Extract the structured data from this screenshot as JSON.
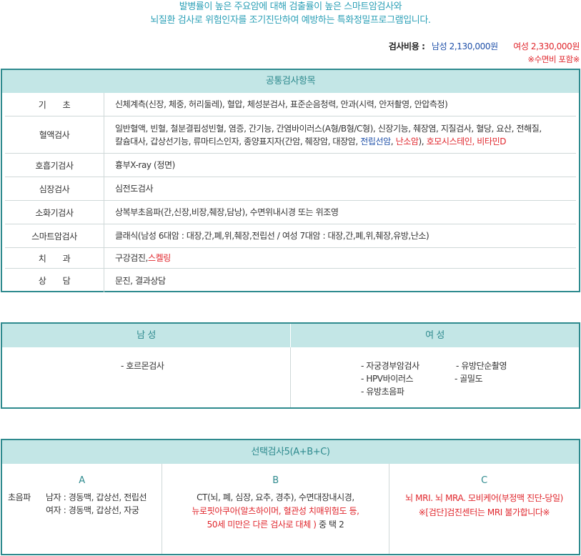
{
  "intro": {
    "line1": "발병률이 높은 주요암에 대해 검출률이 높은 스마트암검사와",
    "line2": "뇌질환 검사로 위험인자를 조기진단하여 예방하는 특화정밀프로그램입니다."
  },
  "cost": {
    "label": "검사비용 :",
    "male": "남성 2,130,000원",
    "female": "여성 2,330,000원",
    "note": "※수면비 포함※"
  },
  "common": {
    "title": "공통검사항목",
    "rows": [
      {
        "key": "기　　초",
        "value": "신체계측(신장, 체중, 허리둘레), 혈압, 체성분검사, 표준순음청력, 안과(시력, 안저촬영, 안압측정)"
      },
      {
        "key": "혈액검사",
        "value_a": "일반혈액, 빈혈, 철분결핍성빈혈, 염증, 간기능, 간염바이러스(A형/B형/C형), 신장기능, 췌장염, 지질검사, 혈당, 요산, 전해질,",
        "value_b": "칼슘대사, 갑상선기능, 류마티스인자, 종양표지자(간암, 췌장암, 대장암, ",
        "value_blue": "전립선암",
        "value_sep": ", ",
        "value_red1": "난소암",
        "value_c": "), ",
        "value_red2": "호모시스테인, 비타민D"
      },
      {
        "key": "호흡기검사",
        "value": "흉부X-ray (정면)"
      },
      {
        "key": "심장검사",
        "value": "심전도검사"
      },
      {
        "key": "소화기검사",
        "value": "상복부초음파(간,신장,비장,췌장,담낭), 수면위내시경 또는 위조영"
      },
      {
        "key": "스마트암검사",
        "value": "클래식(남성 6대암 : 대장,간,폐,위,췌장,전립선 / 여성 7대암 : 대장,간,폐,위,췌장,유방,난소)"
      },
      {
        "key": "치　　과",
        "value_a": "구강검진, ",
        "value_red": "스켈링"
      },
      {
        "key": "상　　담",
        "value": "문진, 결과상담"
      }
    ]
  },
  "gender": {
    "male_title": "남 성",
    "female_title": "여 성",
    "male_items": [
      "- 호르몬검사"
    ],
    "female_items": [
      "- 자궁경부암검사",
      "- 유방단순촬영",
      "- HPV바이러스",
      "- 골밀도",
      "- 유방초음파"
    ]
  },
  "optional": {
    "title": "선택검사5(A+B+C)",
    "a": {
      "title": "A",
      "category": "초음파",
      "male": "남자 : 경동맥, 갑상선, 전립선",
      "female": "여자 : 경동맥, 갑상선, 자궁"
    },
    "b": {
      "title": "B",
      "line1": "CT(뇌, 폐, 심장, 요추, 경추), 수면대장내시경,",
      "line2": "뉴로핏아쿠아(알츠하이머, 혈관성 치매위험도 등,",
      "line3_red": "50세 미만은 다른 검사로 대체 )",
      "line3_rest": " 중 택 2"
    },
    "c": {
      "title": "C",
      "line1": "뇌 MRI. 뇌 MRA. 모비케어(부정맥 진단-당일)",
      "line2": "※[검단]검진센터는 MRI 불가합니다※"
    }
  }
}
